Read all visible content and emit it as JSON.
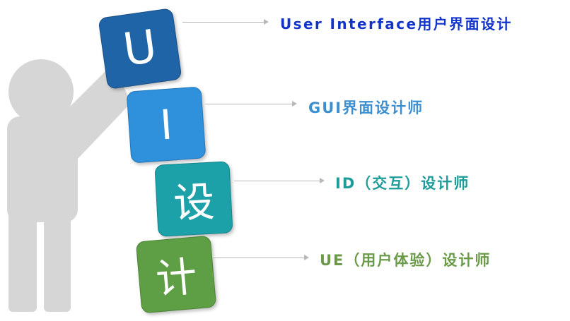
{
  "blocks": [
    {
      "text": "U",
      "color": "#2064a8",
      "label": "User Interface用户界面设计",
      "label_color": "#1133c9"
    },
    {
      "text": "I",
      "color": "#2f91dc",
      "label": "GUI界面设计师",
      "label_color": "#3d8fd0"
    },
    {
      "text": "设",
      "color": "#1da1a9",
      "label": "ID（交互）设计师",
      "label_color": "#1d9c9a"
    },
    {
      "text": "计",
      "color": "#5e9e44",
      "label": "UE（用户体验）设计师",
      "label_color": "#6a9a4a"
    }
  ],
  "figure_color": "#d6d6d6",
  "arrow_color": "#b8b8b8"
}
